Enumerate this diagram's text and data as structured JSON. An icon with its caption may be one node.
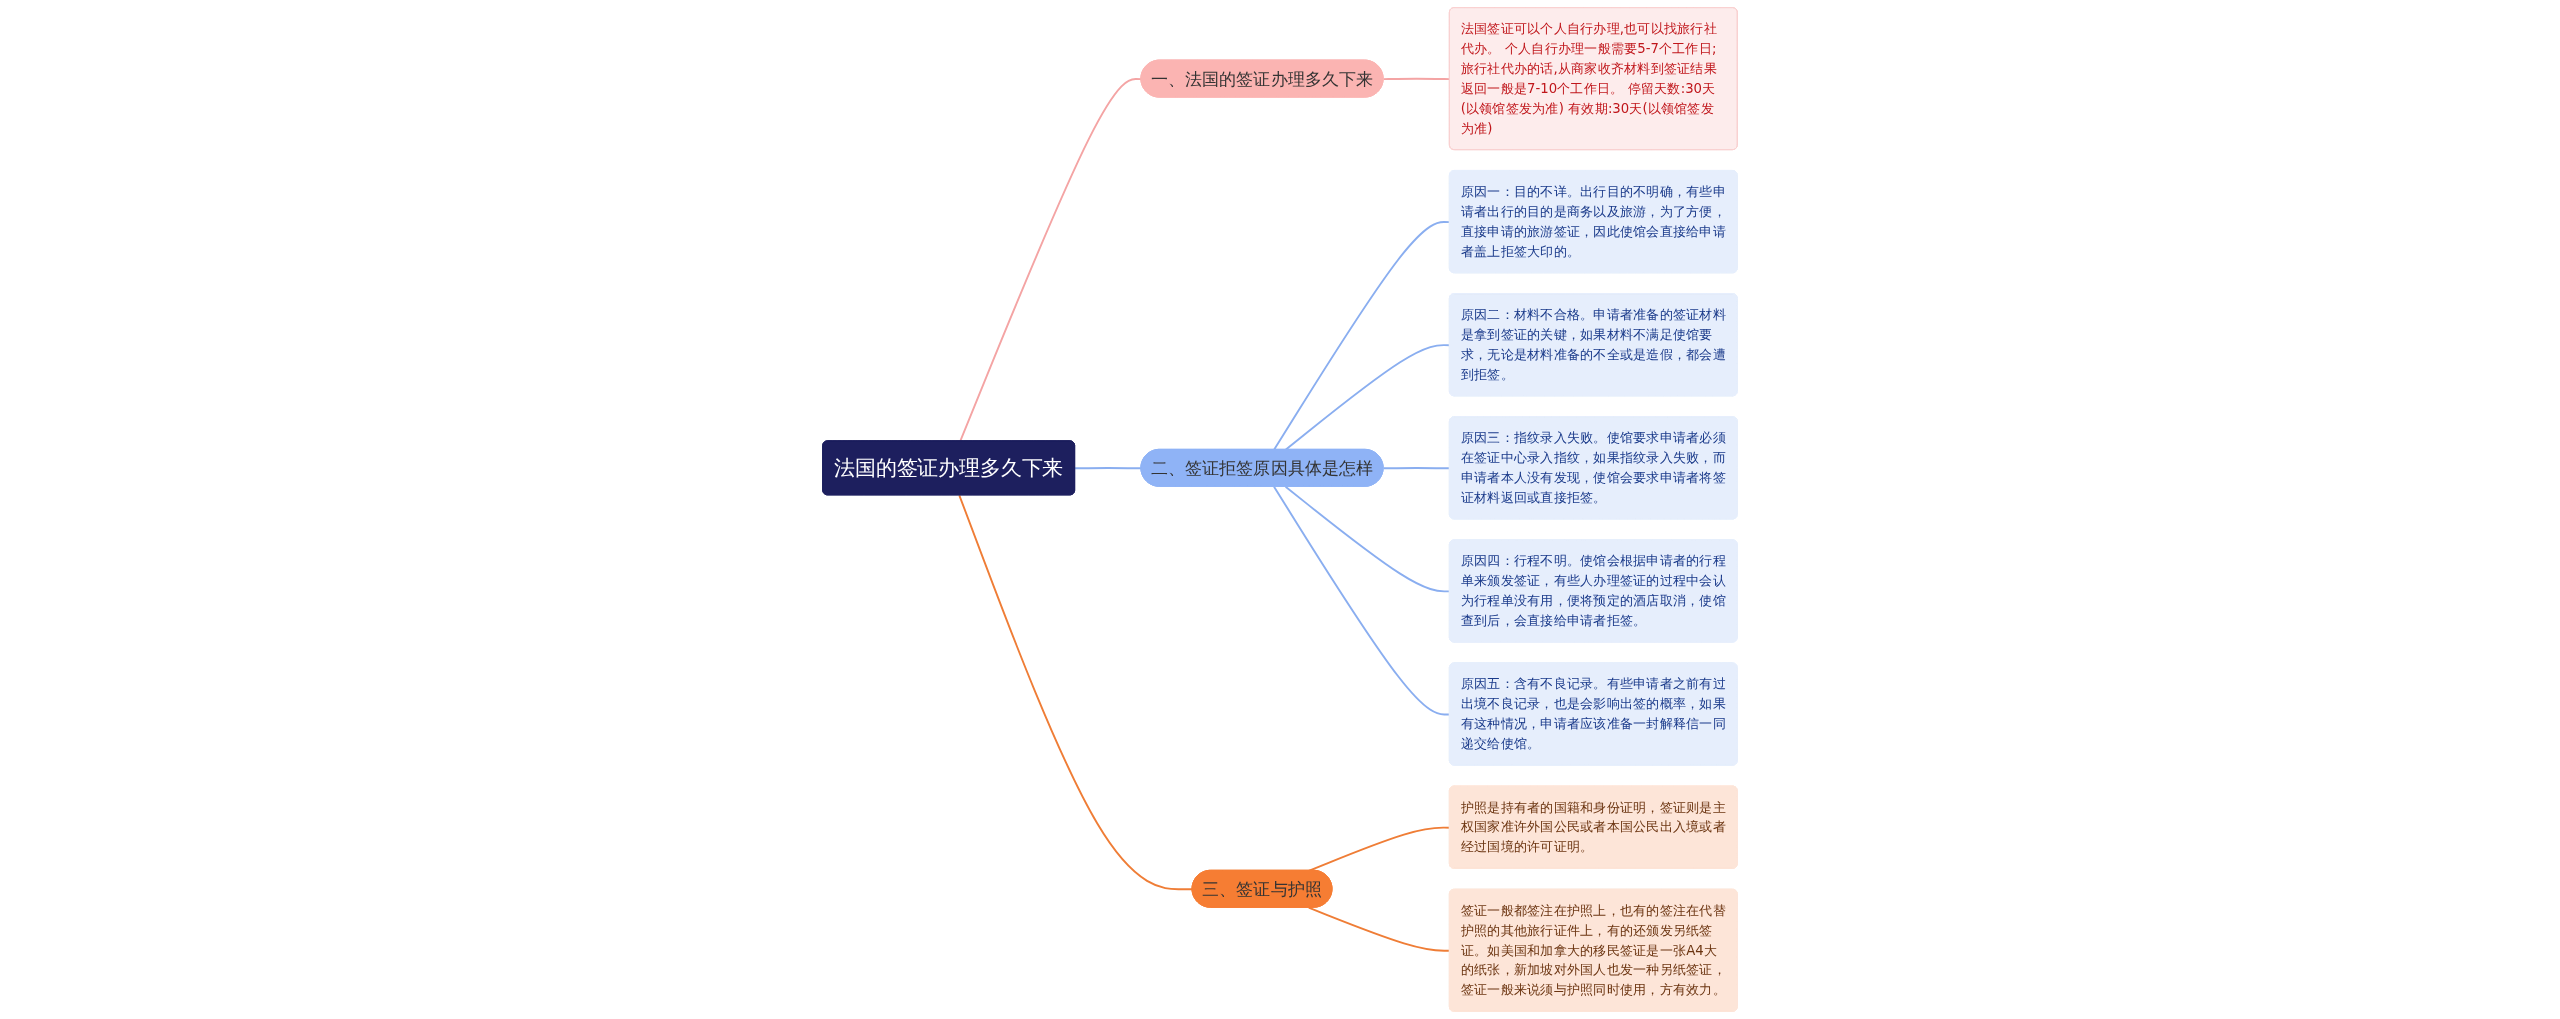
{
  "diagram": {
    "nodes": [
      {
        "text": [
          "法国的签证办理多久下来"
        ]
      },
      {
        "text": [
          "一、法国的签证办理多久下来"
        ]
      },
      {
        "text": [
          "法国签证可以个人自行办理,也可以找旅行社代办。 个人自行办理一般需要5-7个工作日; 旅行社代办的话,从商家收齐材料到签证结果返回一般是7-10个工作日。 停留天数:30天(以领馆签发为准) 有效期:30天(以领馆签发为准)"
        ]
      },
      {
        "text": [
          "二、签证拒签原因具体是怎样"
        ]
      },
      {
        "text": [
          "原因一：目的不详。出行目的不明确，有些申请者出行的目的是商务以及旅游，为了方便，直接申请的旅游签证，因此使馆会直接给申请者盖上拒签大印的。"
        ]
      },
      {
        "text": [
          "原因二：材料不合格。申请者准备的签证材料是拿到签证的关键，如果材料不满足使馆要求，无论是材料准备的不全或是造假，都会遭到拒签。"
        ]
      },
      {
        "text": [
          "原因三：指纹录入失败。使馆要求申请者必须在签证中心录入指纹，如果指纹录入失败，而申请者本人没有发现，使馆会要求申请者将签证材料返回或直接拒签。"
        ]
      },
      {
        "text": [
          "原因四：行程不明。使馆会根据申请者的行程单来颁发签证，有些人办理签证的过程中会认为行程单没有用，便将预定的酒店取消，使馆查到后，会直接给申请者拒签。"
        ]
      },
      {
        "text": [
          "原因五：含有不良记录。有些申请者之前有过出境不良记录，也是会影响出签的概率，如果有这种情况，申请者应该准备一封解释信一同递交给使馆。"
        ]
      },
      {
        "text": [
          "三、签证与护照"
        ]
      },
      {
        "text": [
          "护照是持有者的国籍和身份证明，签证则是主权国家准许外国公民或者本国公民出入境或者经过国境的许可证明。"
        ]
      },
      {
        "text": [
          "签证一般都签注在护照上，也有的签注在代替护照的其他旅行证件上，有的还颁发另纸签证。如美国和加拿大的移民签证是一张A4大的纸张，新加坡对外国人也发一种另纸签证，签证一般来说须与护照同时使用，方有效力。"
        ]
      }
    ],
    "edges": [
      {
        "from": 0,
        "to": 1,
        "arrow": "none",
        "color": "#f4a4a4"
      },
      {
        "from": 1,
        "to": 2,
        "arrow": "none",
        "color": "#f4a4a4"
      },
      {
        "from": 0,
        "to": 3,
        "arrow": "none"
      },
      {
        "from": 3,
        "to": 4,
        "arrow": "none"
      },
      {
        "from": 3,
        "to": 5,
        "arrow": "none"
      },
      {
        "from": 3,
        "to": 6,
        "arrow": "none"
      },
      {
        "from": 3,
        "to": 7,
        "arrow": "none"
      },
      {
        "from": 3,
        "to": 8,
        "arrow": "none"
      },
      {
        "from": 0,
        "to": 9,
        "arrow": "none",
        "color": "#ef7d36"
      },
      {
        "from": 9,
        "to": 10,
        "arrow": "none",
        "color": "#ef7d36"
      },
      {
        "from": 9,
        "to": 11,
        "arrow": "none",
        "color": "#ef7d36"
      }
    ]
  }
}
